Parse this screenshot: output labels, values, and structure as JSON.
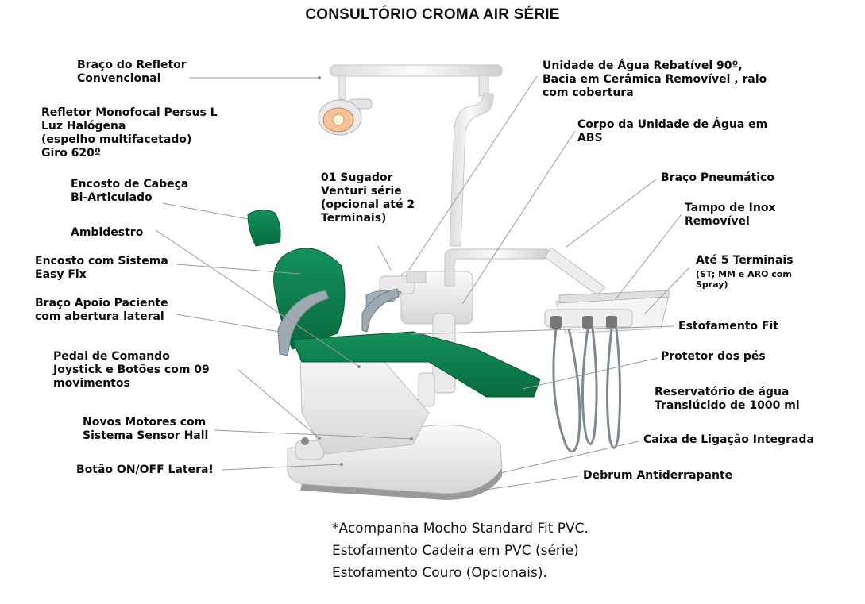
{
  "title": "CONSULTÓRIO CROMA AIR SÉRIE",
  "labels": {
    "braco_refletor": "Braço do Refletor\nConvencional",
    "refletor": "Refletor Monofocal Persus L\nLuz Halógena\n(espelho multifacetado)\nGiro 620º",
    "encosto_cabeca": "Encosto de Cabeça\nBi-Articulado",
    "ambidestro": "Ambidestro",
    "encosto_sistema": "Encosto com Sistema\nEasy Fix",
    "braco_apoio": "Braço Apoio Paciente\ncom abertura lateral",
    "pedal": "Pedal de Comando\nJoystick  e Botões com 09\nmovimentos",
    "motores": "Novos Motores com\nSistema Sensor Hall",
    "botao_onoff": "Botão ON/OFF Latera!",
    "sugador": "01 Sugador\nVenturi série\n(opcional até 2\nTerminais)",
    "unidade_agua": "Unidade de Água Rebatível 90º,\nBacia em Cerâmica Removível , ralo\ncom cobertura",
    "corpo_unidade": "Corpo da Unidade de Água em\nABS",
    "braco_pneumatico": "Braço Pneumático",
    "tampo_inox": "Tampo de Inox\nRemovível",
    "ate5": "Até 5 Terminais",
    "ate5_sub": "(ST; MM e ARO com\nSpray)",
    "estofamento_fit": "Estofamento Fit",
    "protetor_pes": "Protetor dos pés",
    "reservatorio": "Reservatório de água\nTranslúcido de 1000 ml",
    "caixa_ligacao": "Caixa de Ligação Integrada",
    "debrum": "Debrum Antiderrapante"
  },
  "notes": {
    "line1": "*Acompanha Mocho Standard Fit PVC.",
    "line2": "Estofamento  Cadeira em PVC (série)",
    "line3": "Estofamento Couro  (Opcionais)."
  },
  "colors": {
    "upholstery": "#0b7a4a",
    "body": "#ededed",
    "leader": "#9a9a9a"
  }
}
